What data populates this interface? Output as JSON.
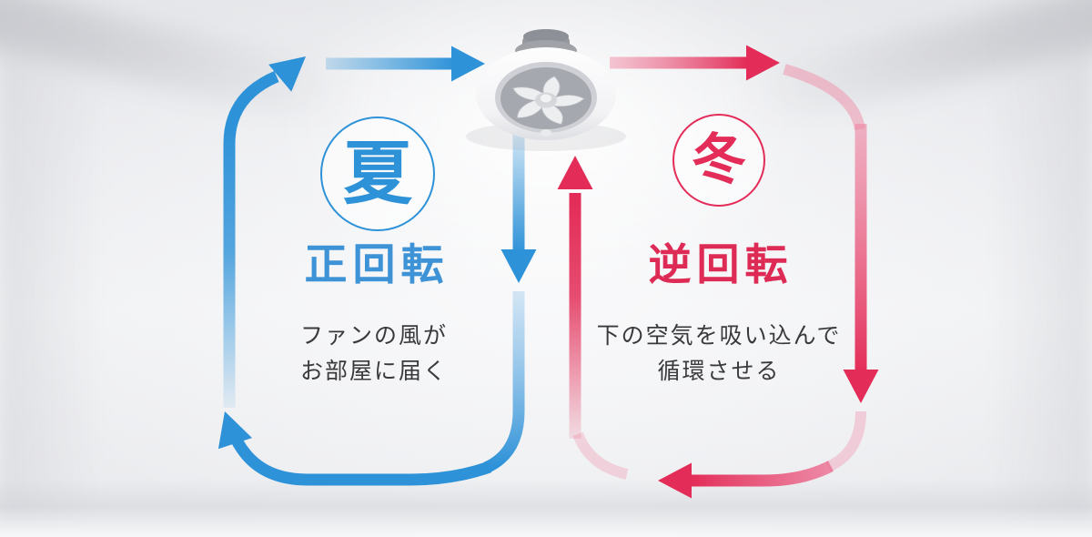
{
  "diagram": {
    "icons": {
      "fan": "ceiling-circulator-fan",
      "summer_loop": "counterclockwise-airflow-arrows",
      "winter_loop": "clockwise-airflow-arrows"
    },
    "summer": {
      "badge_label": "夏",
      "title": "正回転",
      "description_line1": "ファンの風が",
      "description_line2": "お部屋に届く",
      "accent_color": "#2e92d8"
    },
    "winter": {
      "badge_label": "冬",
      "title": "逆回転",
      "description_line1": "下の空気を吸い込んで",
      "description_line2": "循環させる",
      "accent_color": "#e32d58"
    }
  }
}
